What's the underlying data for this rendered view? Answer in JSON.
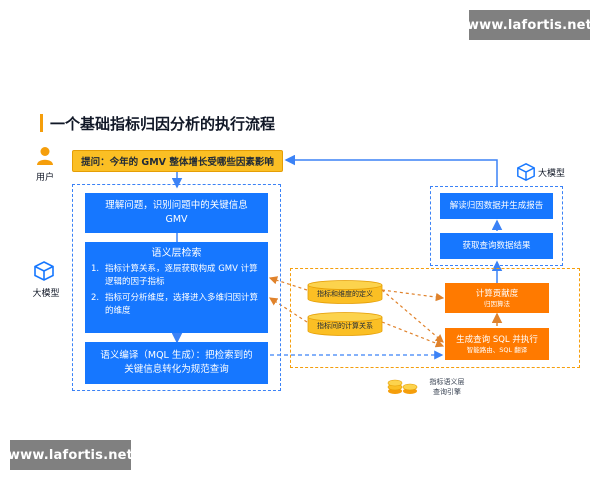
{
  "watermarks": {
    "top": "www.lafortis.net",
    "bottom": "www.lafortis.net"
  },
  "title": "一个基础指标归因分析的执行流程",
  "question": "提问：今年的 GMV 整体增长受哪些因素影响",
  "user_label": "用户",
  "llm_left_label": "大模型",
  "llm_right_label": "大模型",
  "steps": {
    "understand": {
      "line1": "理解问题，识别问题中的关键信息",
      "line2": "GMV"
    },
    "retrieve": {
      "heading": "语义层检索",
      "item1_num": "1.",
      "item1_line1": "指标计算关系，逐层获取构成 GMV 计算",
      "item1_line2": "逻辑的因子指标",
      "item2_num": "2.",
      "item2_line1": "指标可分析维度，选择进入多维归因计算",
      "item2_line2": "的维度"
    },
    "compile": {
      "line1": "语义编译（MQL 生成）：把检索到的",
      "line2": "关键信息转化为规范查询"
    }
  },
  "right": {
    "interpret": "解读归因数据并生成报告",
    "fetch": "获取查询数据结果"
  },
  "engine": {
    "db1": "指标和维度的定义",
    "db2": "指标间的计算关系",
    "contrib_main": "计算贡献度",
    "contrib_sub": "归因算法",
    "sql_main": "生成查询 SQL 并执行",
    "sql_sub": "智能路由、SQL 翻译",
    "label_line1": "指标语义层",
    "label_line2": "查询引擎"
  },
  "colors": {
    "blue": "#1677ff",
    "orange": "#ff7a00",
    "question_bg": "#fbbf24",
    "title_bar": "#f59e0b"
  }
}
